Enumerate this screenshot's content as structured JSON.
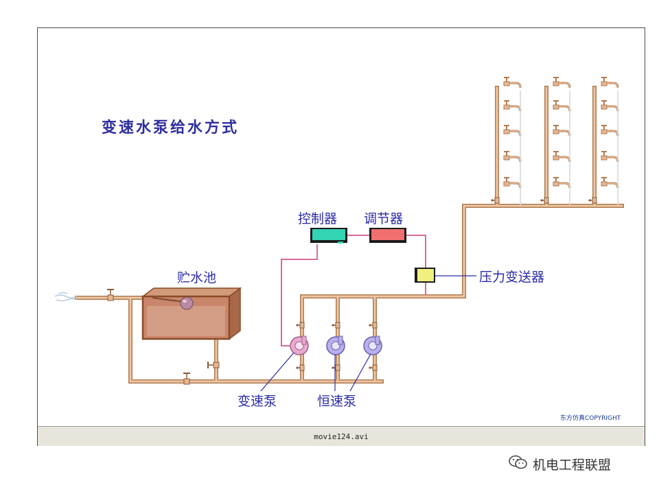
{
  "diagram": {
    "title": "变速水泵给水方式",
    "labels": {
      "storage_tank": "贮水池",
      "controller": "控制器",
      "regulator": "调节器",
      "pressure_transmitter": "压力变送器",
      "variable_speed_pump": "变速泵",
      "constant_speed_pump": "恒速泵"
    },
    "copyright": "东方仿真COPYRIGHT"
  },
  "player": {
    "filename": "movie124.avi"
  },
  "watermark": {
    "text": "机电工程联盟",
    "icon": "wechat-icon"
  },
  "colors": {
    "pipe": "#e2b894",
    "pipe_edge": "#b07a50",
    "tank": "#c88a6c",
    "controller_box": "#33d4b4",
    "regulator_box": "#f07070",
    "transmitter_box": "#f0f080",
    "signal_wire": "#d86a9a",
    "label_text": "#2a2aa8"
  }
}
